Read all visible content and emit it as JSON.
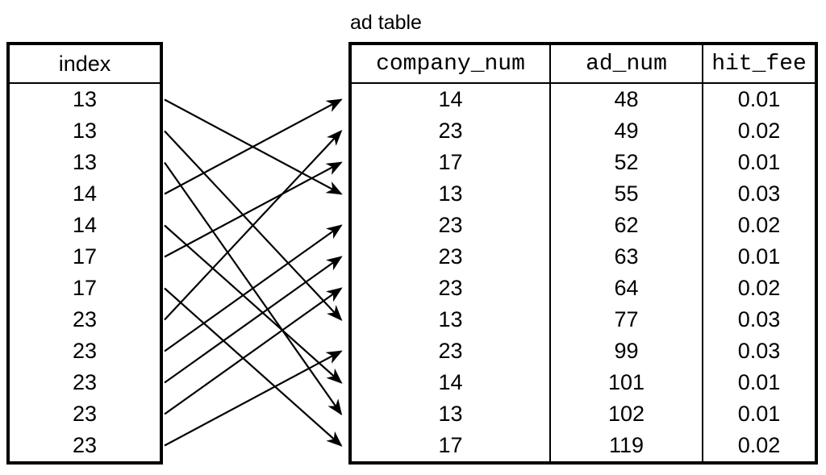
{
  "colors": {
    "ink": "#000000",
    "background": "#ffffff"
  },
  "diagram": {
    "index_table": {
      "header": "index",
      "values": [
        "13",
        "13",
        "13",
        "14",
        "14",
        "17",
        "17",
        "23",
        "23",
        "23",
        "23",
        "23"
      ]
    },
    "ad_table": {
      "title": "ad table",
      "columns": [
        "company_num",
        "ad_num",
        "hit_fee"
      ],
      "rows": [
        [
          "14",
          "48",
          "0.01"
        ],
        [
          "23",
          "49",
          "0.02"
        ],
        [
          "17",
          "52",
          "0.01"
        ],
        [
          "13",
          "55",
          "0.03"
        ],
        [
          "23",
          "62",
          "0.02"
        ],
        [
          "23",
          "63",
          "0.01"
        ],
        [
          "23",
          "64",
          "0.02"
        ],
        [
          "13",
          "77",
          "0.03"
        ],
        [
          "23",
          "99",
          "0.03"
        ],
        [
          "14",
          "101",
          "0.01"
        ],
        [
          "13",
          "102",
          "0.01"
        ],
        [
          "17",
          "119",
          "0.02"
        ]
      ]
    },
    "arrows": [
      {
        "from": 0,
        "to": 3
      },
      {
        "from": 1,
        "to": 7
      },
      {
        "from": 2,
        "to": 10
      },
      {
        "from": 3,
        "to": 0
      },
      {
        "from": 4,
        "to": 9
      },
      {
        "from": 5,
        "to": 2
      },
      {
        "from": 6,
        "to": 11
      },
      {
        "from": 7,
        "to": 1
      },
      {
        "from": 8,
        "to": 4
      },
      {
        "from": 9,
        "to": 5
      },
      {
        "from": 10,
        "to": 6
      },
      {
        "from": 11,
        "to": 8
      }
    ]
  }
}
